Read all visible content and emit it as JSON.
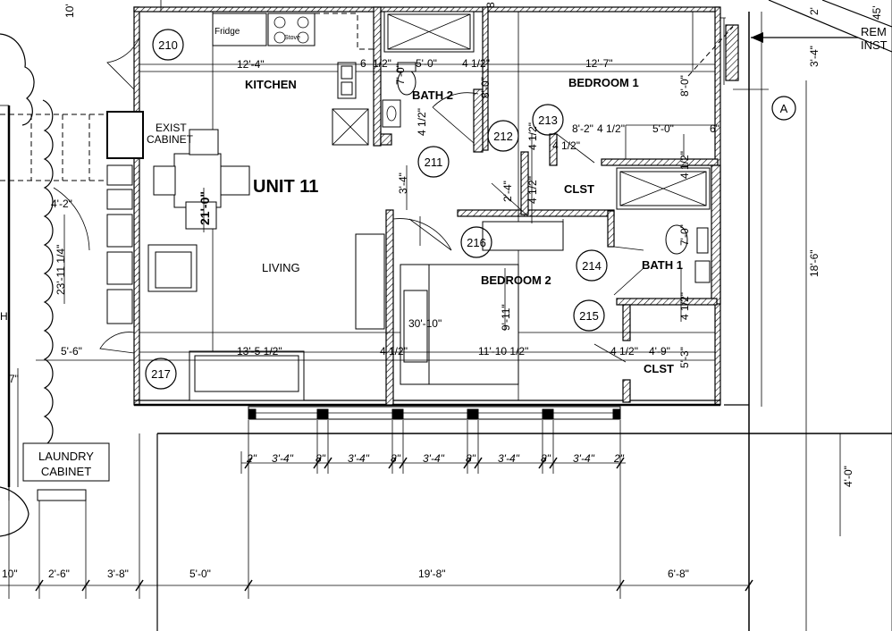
{
  "unit": {
    "title": "UNIT 11"
  },
  "rooms": {
    "kitchen": "KITCHEN",
    "living": "LIVING",
    "bath2": "BATH 2",
    "bath1": "BATH 1",
    "bedroom1": "BEDROOM 1",
    "bedroom2": "BEDROOM 2",
    "clst_a": "CLST",
    "clst_b": "CLST"
  },
  "tags": [
    "210",
    "211",
    "212",
    "213",
    "214",
    "215",
    "216",
    "217"
  ],
  "fixtures": {
    "fridge": "Fridge",
    "stove": "Stove"
  },
  "notes": {
    "exist_cabinet_1": "EXIST",
    "exist_cabinet_2": "CABINET",
    "laundry_1": "LAUNDRY",
    "laundry_2": "CABINET",
    "remove_1": "REM",
    "remove_2": "INST",
    "section_marker": "A",
    "left_h": "H",
    "left_7": "7\""
  },
  "dims": {
    "kitchen_width": "12'-4\"",
    "d_6": "6",
    "d_1_2": "1/2\"",
    "bath2_width": "5'-0\"",
    "d_4_1_2_a": "4 1/2\"",
    "bedroom1_width": "12'-7\"",
    "bath2_depth": "7'-0\"",
    "d_8_0_a": "8'-0\"",
    "bedroom1_depth": "8'-0\"",
    "d_4_1_2_v": "4 1/2\"",
    "d_3_4_v": "3'-4\"",
    "d_2_4_v": "2'-4\"",
    "d_4_1_2_v2": "4 1/2\"",
    "d_4_1_2_v3": "4 1/2\"",
    "d_8_2": "8'-2\"",
    "d_4_1_2_b": "4 1/2\"",
    "d_5_0_b": "5'-0\"",
    "d_6_b": "6\"",
    "d_4_1_2_c": "4 1/2\"",
    "d_4_1_2_v4": "4 1/2\"",
    "bath1_depth": "7'-0\"",
    "living_depth": "21'-0\"",
    "d_4_2": "4'-2\"",
    "d_23_11_1_4": "23'-11 1/4\"",
    "bedroom2_width": "30'-10\"",
    "bedroom2_depth": "9'-11\"",
    "d_4_1_2_v5": "4 1/2\"",
    "d_5_6": "5'-6\"",
    "living_width": "13'-5 1/2\"",
    "d_4_1_2_d": "4 1/2\"",
    "bed2_width2": "11'-10 1/2\"",
    "d_4_1_2_e": "4 1/2\"",
    "d_4_9": "4'-9\"",
    "d_5_3": "5'-3\"",
    "right_18_6": "18'-6\"",
    "right_3_4": "3'-4\"",
    "right_4_0": "4'-0\"",
    "top_10": "10'",
    "top_45": "45'",
    "top_2": "2'",
    "top_8": "8",
    "window_dims": [
      "2\"",
      "3'-4\"",
      "8\"",
      "3'-4\"",
      "8\"",
      "3'-4\"",
      "8\"",
      "3'-4\"",
      "8\"",
      "3'-4\"",
      "2\""
    ],
    "bottom_dims": [
      "10\"",
      "2'-6\"",
      "3'-8\"",
      "5'-0\"",
      "19'-8\"",
      "6'-8\""
    ]
  }
}
